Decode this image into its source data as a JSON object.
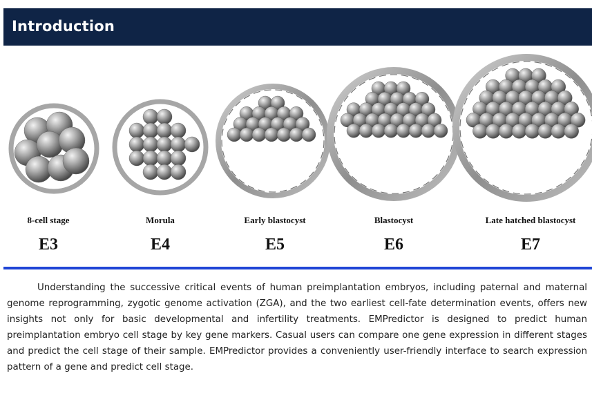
{
  "header": {
    "title": "Introduction"
  },
  "stages": [
    {
      "label": "8-cell stage",
      "code": "E3"
    },
    {
      "label": "Morula",
      "code": "E4"
    },
    {
      "label": "Early blastocyst",
      "code": "E5"
    },
    {
      "label": "Blastocyst",
      "code": "E6"
    },
    {
      "label": "Late hatched blastocyst",
      "code": "E7"
    }
  ],
  "intro": {
    "text": "Understanding the successive critical events of human preimplantation embryos, including paternal and maternal genome reprogramming, zygotic genome activation (ZGA), and the two earliest cell-fate determination events, offers new insights not only for basic developmental and infertility treatments. EMPredictor is designed to predict human preimplantation embryo cell stage by key gene markers. Casual users can compare one gene expression in different stages and predict the cell stage of their sample. EMPredictor provides a conveniently user-friendly interface to search expression pattern of a gene and predict cell stage."
  },
  "colors": {
    "header_bg": "#0f2446",
    "divider": "#1f45d6"
  }
}
